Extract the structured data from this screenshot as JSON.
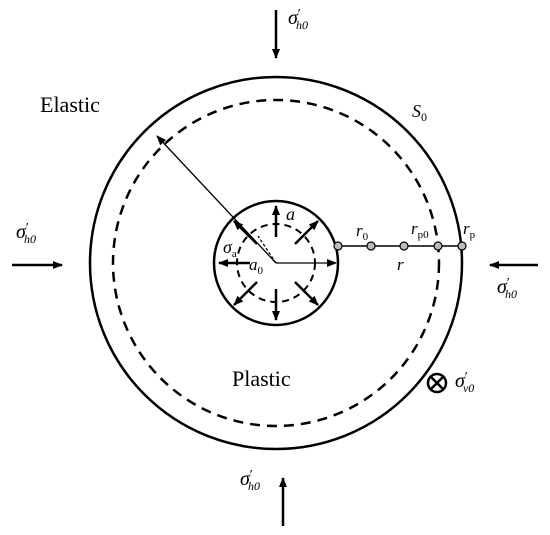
{
  "labels": {
    "elastic": "Elastic",
    "plastic": "Plastic",
    "s0": {
      "base": "S",
      "sub": "0"
    },
    "sigma_h0": {
      "base": "σ",
      "prime": "′",
      "sub": "h0"
    },
    "sigma_v0": {
      "base": "σ",
      "prime": "′",
      "sub": "v0"
    },
    "sigma_a": {
      "base": "σ",
      "sub": "a"
    },
    "a": "a",
    "a0": {
      "base": "a",
      "sub": "0"
    },
    "r0": {
      "base": "r",
      "sub": "0"
    },
    "r": "r",
    "rp0": {
      "base": "r",
      "sub": "p0"
    },
    "rp": {
      "base": "r",
      "sub": "p"
    }
  },
  "symbols": {
    "into_page": "circle-cross-icon"
  }
}
